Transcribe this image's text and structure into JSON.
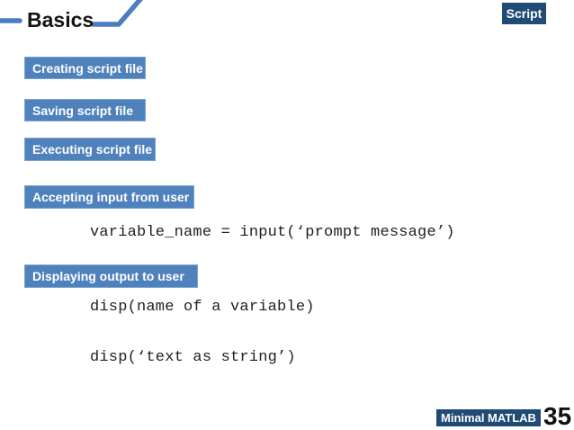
{
  "slide": {
    "title": "Basics",
    "corner_tag": "Script",
    "topic_boxes": [
      {
        "label": "Creating script file"
      },
      {
        "label": "Saving script file"
      },
      {
        "label": "Executing script file"
      },
      {
        "label": "Accepting input from user"
      },
      {
        "label": "Displaying output to user"
      }
    ],
    "code_lines": [
      {
        "text": "variable_name = input(‘prompt message’)"
      },
      {
        "text": "disp(name of a variable)"
      },
      {
        "text": "disp(‘text as string’)"
      }
    ],
    "footer": {
      "label": "Minimal MATLAB",
      "page_number": "35"
    },
    "colors": {
      "accent_blue": "#4f81bd",
      "navy": "#1f4b74",
      "line_blue": "#4a7ebf",
      "text_black": "#141414"
    }
  }
}
